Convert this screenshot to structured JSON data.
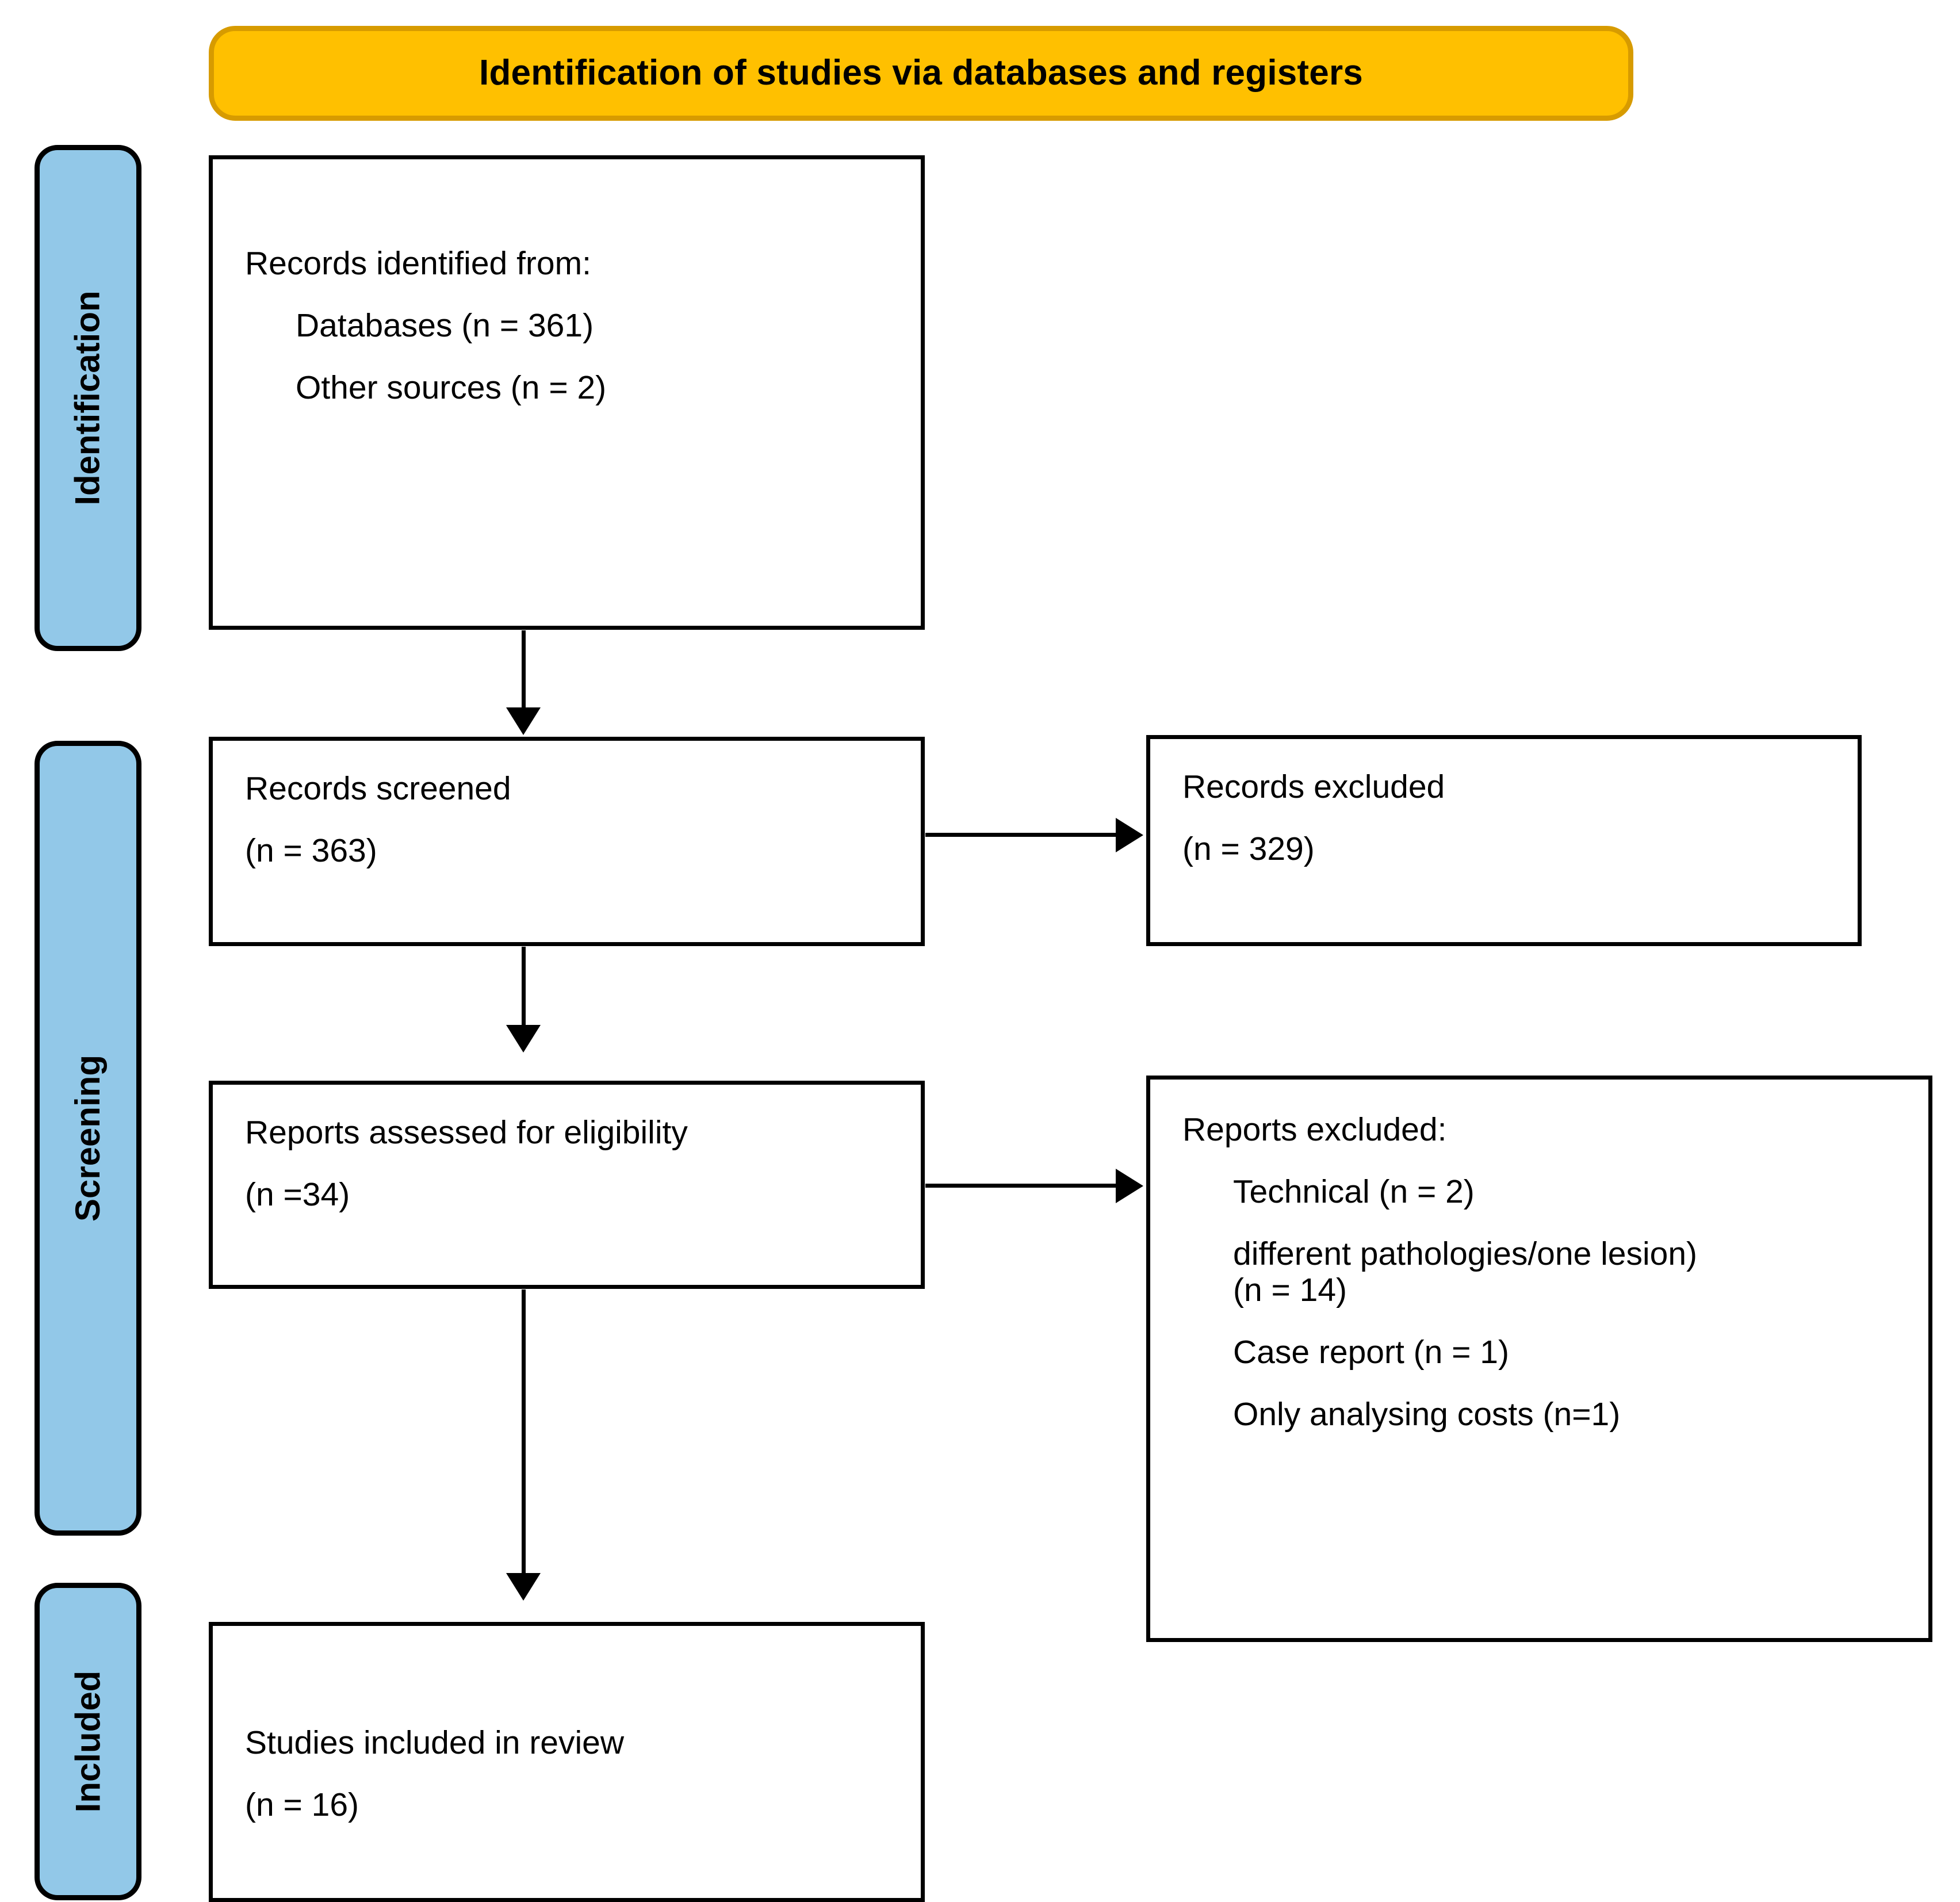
{
  "header": {
    "title": "Identification of studies via databases and registers",
    "fill_color": "#FFC000",
    "border_color": "#D79B00"
  },
  "stages": {
    "fill_color": "#92C8E8",
    "border_color": "#000000",
    "identification": {
      "label": "Identification"
    },
    "screening": {
      "label": "Screening"
    },
    "included": {
      "label": "Included"
    }
  },
  "boxes": {
    "records_identified": {
      "lines": [
        {
          "text": "Records identified from:",
          "indent": false
        },
        {
          "text": "Databases (n = 361)",
          "indent": true
        },
        {
          "text": "Other sources (n = 2)",
          "indent": true
        }
      ]
    },
    "records_screened": {
      "lines": [
        {
          "text": "Records screened",
          "indent": false
        },
        {
          "text": "(n = 363)",
          "indent": false
        }
      ]
    },
    "records_excluded": {
      "lines": [
        {
          "text": "Records excluded",
          "indent": false
        },
        {
          "text": "(n = 329)",
          "indent": false
        }
      ]
    },
    "reports_assessed": {
      "lines": [
        {
          "text": "Reports assessed for eligibility",
          "indent": false
        },
        {
          "text": "(n =34)",
          "indent": false
        }
      ]
    },
    "reports_excluded": {
      "lines": [
        {
          "text": "Reports excluded:",
          "indent": false
        },
        {
          "text": "Technical (n = 2)",
          "indent": true
        },
        {
          "text": "different pathologies/one lesion)\n(n = 14)",
          "indent": true
        },
        {
          "text": "Case report (n = 1)",
          "indent": true
        },
        {
          "text": "Only analysing costs (n=1)",
          "indent": true
        }
      ]
    },
    "studies_included": {
      "lines": [
        {
          "text": "Studies included in review",
          "indent": false
        },
        {
          "text": "(n = 16)",
          "indent": false
        }
      ]
    }
  },
  "arrows": {
    "identified_to_screened": {
      "direction": "down"
    },
    "screened_to_excluded": {
      "direction": "right"
    },
    "screened_to_assessed": {
      "direction": "down"
    },
    "assessed_to_reports_excluded": {
      "direction": "right"
    },
    "assessed_to_included": {
      "direction": "down"
    }
  },
  "chart_data": {
    "type": "diagram",
    "diagram_kind": "PRISMA flow diagram",
    "title": "Identification of studies via databases and registers",
    "stages": [
      "Identification",
      "Screening",
      "Included"
    ],
    "nodes": [
      {
        "id": "records_identified",
        "stage": "Identification",
        "label": "Records identified from: Databases (n = 361); Other sources (n = 2)",
        "n": 363
      },
      {
        "id": "records_screened",
        "stage": "Screening",
        "label": "Records screened",
        "n": 363
      },
      {
        "id": "records_excluded",
        "stage": "Screening",
        "label": "Records excluded",
        "n": 329
      },
      {
        "id": "reports_assessed",
        "stage": "Screening",
        "label": "Reports assessed for eligibility",
        "n": 34
      },
      {
        "id": "reports_excluded",
        "stage": "Screening",
        "label": "Reports excluded",
        "breakdown": [
          {
            "reason": "Technical",
            "n": 2
          },
          {
            "reason": "different pathologies/one lesion)",
            "n": 14
          },
          {
            "reason": "Case report",
            "n": 1
          },
          {
            "reason": "Only analysing costs",
            "n": 1
          }
        ]
      },
      {
        "id": "studies_included",
        "stage": "Included",
        "label": "Studies included in review",
        "n": 16
      }
    ],
    "edges": [
      {
        "from": "records_identified",
        "to": "records_screened"
      },
      {
        "from": "records_screened",
        "to": "records_excluded"
      },
      {
        "from": "records_screened",
        "to": "reports_assessed"
      },
      {
        "from": "reports_assessed",
        "to": "reports_excluded"
      },
      {
        "from": "reports_assessed",
        "to": "studies_included"
      }
    ]
  }
}
